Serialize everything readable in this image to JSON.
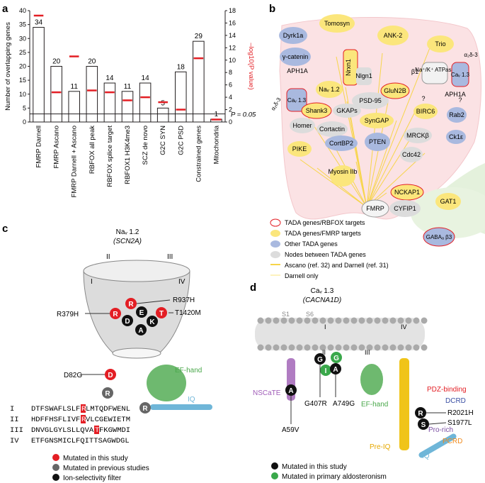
{
  "panels": {
    "a": "a",
    "b": "b",
    "c": "c",
    "d": "d"
  },
  "chart_data": {
    "type": "bar",
    "categories": [
      "FMRP Darnell",
      "FMRP Ascano",
      "FMRP Darnell + Ascano",
      "RBFOX all peak",
      "RBFOX splice target",
      "RBFOX1 H3K4me3",
      "SCZ de novo",
      "G2C SYN",
      "G2C PSD",
      "Constrained genes",
      "Mitochondria"
    ],
    "values": [
      34,
      20,
      11,
      20,
      14,
      11,
      14,
      5,
      18,
      29,
      1
    ],
    "value_labels": [
      "34",
      "20",
      "11",
      "20",
      "14",
      "11",
      "14",
      "5",
      "18",
      "29",
      "1"
    ],
    "pvalue_markers": [
      17.2,
      4.8,
      10.6,
      5.1,
      4.8,
      3.5,
      4.0,
      3.2,
      2.0,
      10.3,
      0.4
    ],
    "ylabel": "Number of overlapping genes",
    "ylabel_right": "–log10(P value)",
    "ylim": [
      0,
      40
    ],
    "ylim_right": [
      0,
      18
    ],
    "yticks_left": [
      "0",
      "5",
      "10",
      "15",
      "20",
      "25",
      "30",
      "35",
      "40"
    ],
    "yticks_right": [
      "0",
      "2",
      "4",
      "6",
      "8",
      "10",
      "12",
      "14",
      "16",
      "18"
    ],
    "threshold_label": "P = 0.05",
    "threshold_value": 1.3,
    "bar_color": "#231f20",
    "marker_color": "#e31e24"
  },
  "network": {
    "nodes": [
      "Dyrk1a",
      "Tomosyn",
      "ANK-2",
      "Trio",
      "γ-catenin",
      "APH1A",
      "Nrxn1",
      "Nlgn1",
      "β1",
      "Na⁺/K⁺ ATPase",
      "Caᵥ 1.3",
      "α₂δ-3",
      "Caᵥ 1.3",
      "Naᵥ 1.2",
      "PSD-95",
      "GluN2B",
      "APH1A",
      "Shank3",
      "GKAPs",
      "α₂δ-3",
      "Rab2",
      "?",
      "Homer",
      "SynGAP",
      "BIRC6",
      "?",
      "Cortactin",
      "MRCKβ",
      "Ck1ε",
      "PIKE",
      "CortBP2",
      "PTEN",
      "Cdc42",
      "Myosin IIb",
      "NCKAP1",
      "FMRP",
      "CYFIP1",
      "GAT1",
      "GABAₐ β3"
    ],
    "legend": [
      "TADA genes/RBFOX targets",
      "TADA genes/FMRP targets",
      "Other TADA genes",
      "Nodes between TADA genes",
      "Ascano (ref. 32) and Darnell (ref. 31)",
      "Darnell only"
    ],
    "colors": {
      "rbfox": "#e31e24",
      "fmrp": "#fbe67c",
      "tada": "#a9b9df",
      "between": "#dcdcdc",
      "line": "#f7d54a"
    }
  },
  "nav": {
    "title": "Naᵥ 1.2",
    "gene": "(SCN2A)",
    "domains": [
      "I",
      "II",
      "III",
      "IV"
    ],
    "mutations": [
      "R937H",
      "T1420M",
      "R379H",
      "D82G"
    ],
    "residues": [
      "R",
      "E",
      "T",
      "R",
      "D",
      "K",
      "A",
      "D",
      "R"
    ],
    "labels": {
      "ef_hand": "EF-hand",
      "iq": "IQ"
    },
    "alignment": [
      {
        "num": "I",
        "seq": "DTFSWAFLSLF",
        "hl": "R",
        "tail": "LMTQDFWENL"
      },
      {
        "num": "II",
        "seq": "HDFFHSFLIVF",
        "hl": "R",
        "tail": "VLCGEWIETM"
      },
      {
        "num": "III",
        "seq": "DNVGLGYLSLLQVA",
        "hl": "T",
        "tail": "FKGWMDI"
      },
      {
        "num": "IV",
        "seq": "ETFGNSMICLFQITTSAGWDGL",
        "hl": "",
        "tail": ""
      }
    ],
    "legend": [
      "Mutated in this study",
      "Mutated in previous studies",
      "Ion-selectivity filter"
    ]
  },
  "cav": {
    "title": "Caᵥ 1.3",
    "gene": "(CACNA1D)",
    "labels": [
      "S1",
      "S6",
      "I",
      "II",
      "III",
      "IV",
      "NSCaTE",
      "EF-hand",
      "Pre-IQ",
      "IQ",
      "PDZ-binding",
      "DCRD",
      "Pro-rich",
      "PCRD"
    ],
    "mutations": [
      "G407R",
      "A749G",
      "A59V",
      "R2021H",
      "S1977L"
    ],
    "residues": [
      "G",
      "G",
      "I",
      "A",
      "A",
      "R",
      "S"
    ],
    "legend": [
      "Mutated in this study",
      "Mutated in primary aldosteronism"
    ]
  }
}
